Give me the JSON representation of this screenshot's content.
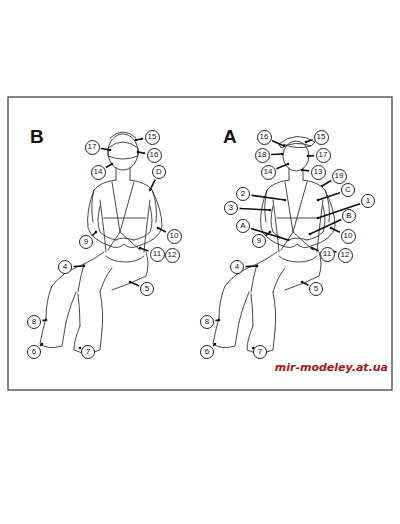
{
  "diagram": {
    "nodes": [
      {
        "text": [
          "17"
        ]
      },
      {
        "text": [
          "15"
        ]
      },
      {
        "text": [
          "16"
        ]
      },
      {
        "text": [
          "14"
        ]
      },
      {
        "text": [
          "D"
        ]
      },
      {
        "text": [
          "9"
        ]
      },
      {
        "text": [
          "10"
        ]
      },
      {
        "text": [
          "11"
        ]
      },
      {
        "text": [
          "12"
        ]
      },
      {
        "text": [
          "4"
        ]
      },
      {
        "text": [
          "5"
        ]
      },
      {
        "text": [
          "8"
        ]
      },
      {
        "text": [
          "6"
        ]
      },
      {
        "text": [
          "7"
        ]
      },
      {
        "text": [
          "16"
        ]
      },
      {
        "text": [
          "15"
        ]
      },
      {
        "text": [
          "18"
        ]
      },
      {
        "text": [
          "17"
        ]
      },
      {
        "text": [
          "14"
        ]
      },
      {
        "text": [
          "13"
        ]
      },
      {
        "text": [
          "19"
        ]
      },
      {
        "text": [
          "C"
        ]
      },
      {
        "text": [
          "2"
        ]
      },
      {
        "text": [
          "1"
        ]
      },
      {
        "text": [
          "3"
        ]
      },
      {
        "text": [
          "B"
        ]
      },
      {
        "text": [
          "A"
        ]
      },
      {
        "text": [
          "9"
        ]
      },
      {
        "text": [
          "10"
        ]
      },
      {
        "text": [
          "11"
        ]
      },
      {
        "text": [
          "12"
        ]
      },
      {
        "text": [
          "4"
        ]
      },
      {
        "text": [
          "5"
        ]
      },
      {
        "text": [
          "8"
        ]
      },
      {
        "text": [
          "6"
        ]
      },
      {
        "text": [
          "7"
        ]
      }
    ],
    "labels": [
      "B",
      "A",
      "mir-modeley.at.ua"
    ]
  }
}
